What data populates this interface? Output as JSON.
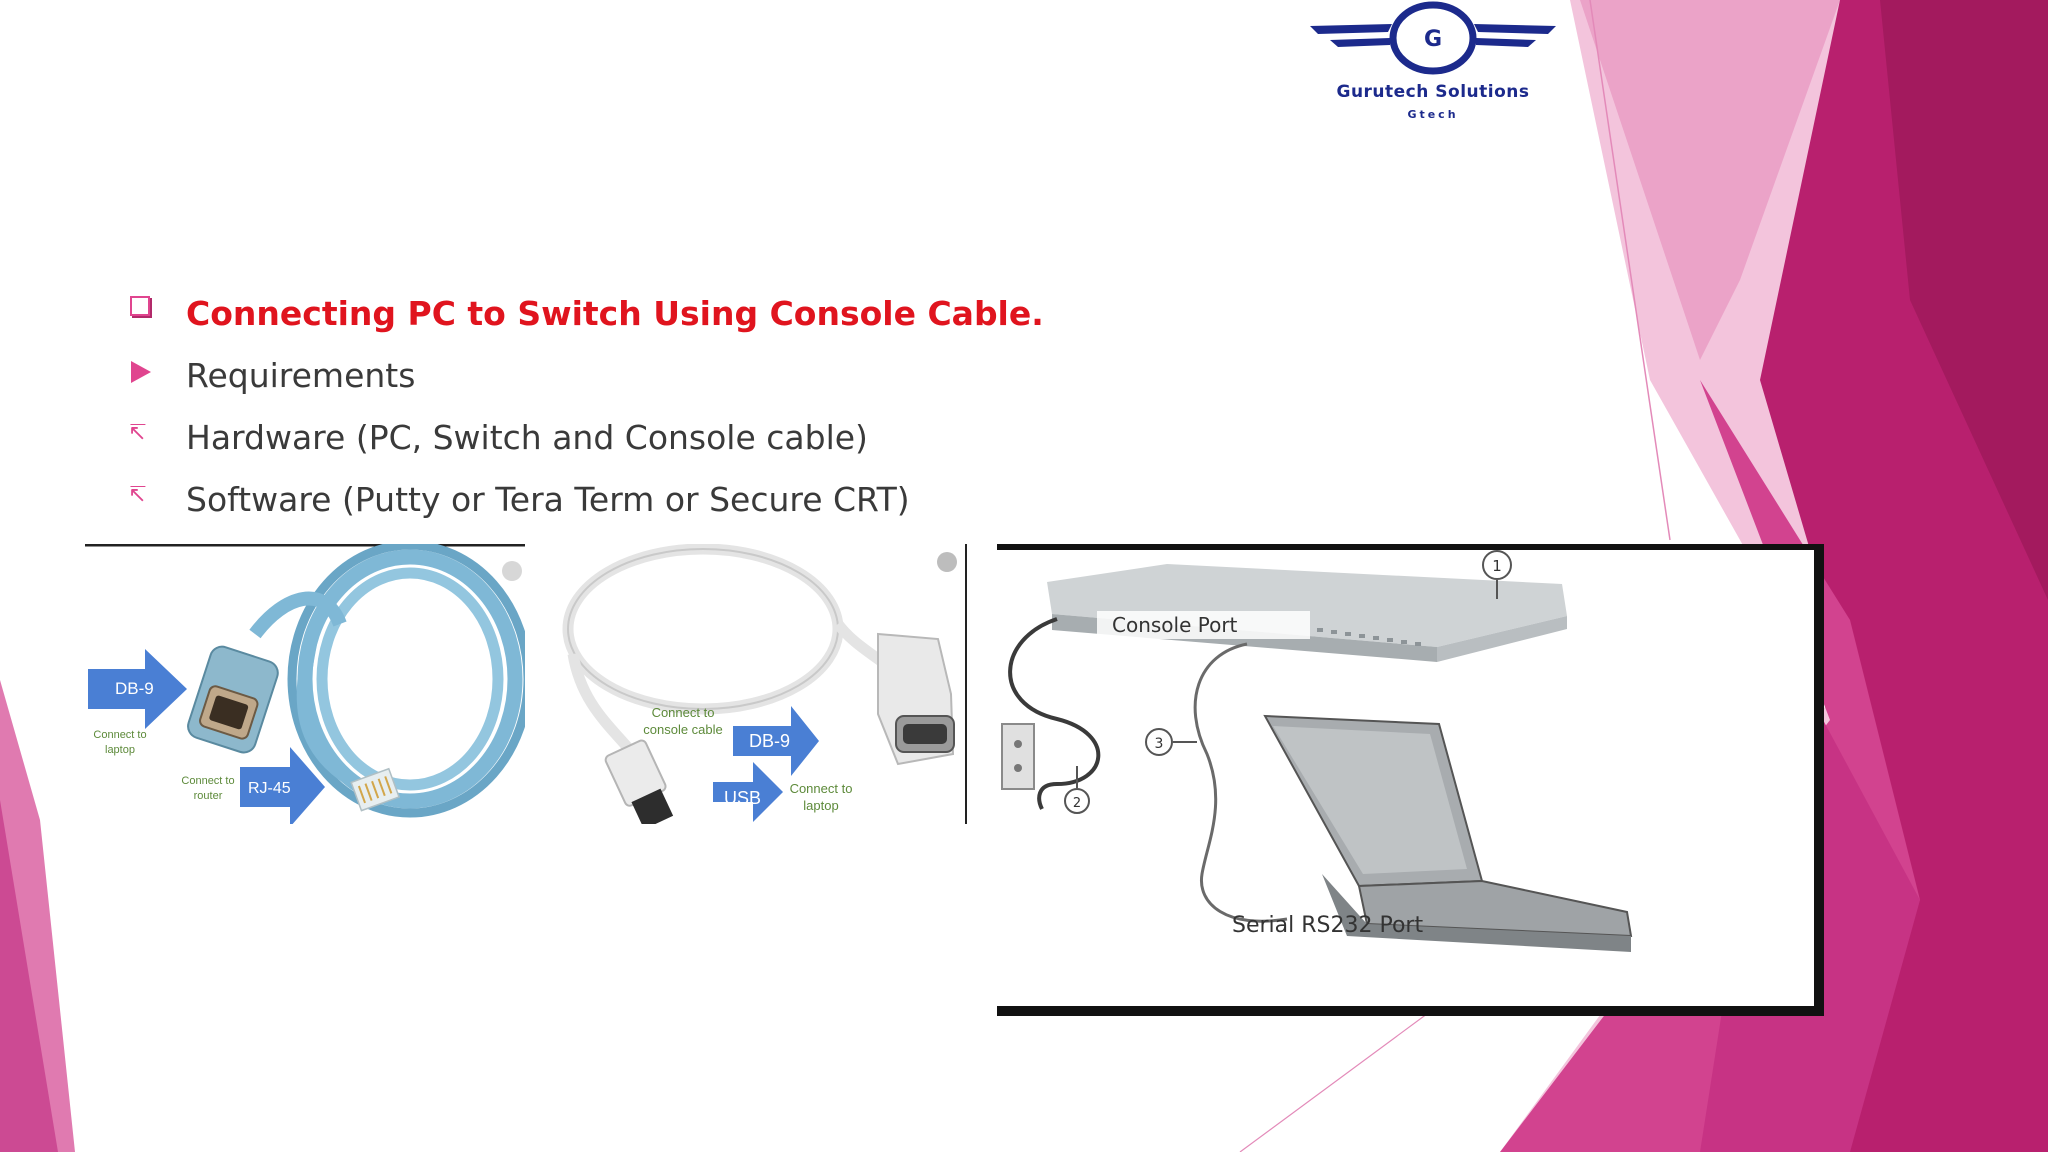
{
  "logo": {
    "letter": "G",
    "title": "Gurutech Solutions",
    "subtitle": "Gtech"
  },
  "bullets": [
    {
      "text": "Connecting PC to Switch Using Console Cable.",
      "style": "red",
      "marker": "square-box"
    },
    {
      "text": "Requirements",
      "style": "normal",
      "marker": "triangle"
    },
    {
      "text": "Hardware (PC, Switch and Console cable)",
      "style": "normal",
      "marker": "arrow-up-left"
    },
    {
      "text": "Software (Putty or Tera Term or Secure CRT)",
      "style": "normal",
      "marker": "arrow-up-left"
    }
  ],
  "figure1": {
    "db9": "DB-9",
    "connect_laptop": "Connect to laptop",
    "connect_router": "Connect to router",
    "rj45": "RJ-45"
  },
  "figure2": {
    "connect_console": "Connect to console cable",
    "db9": "DB-9",
    "usb": "USB",
    "connect_laptop": "Connect to laptop"
  },
  "figure3": {
    "console_port": "Console Port",
    "serial_port": "Serial RS232 Port",
    "callout1": "1",
    "callout2": "2",
    "callout3": "3"
  },
  "colors": {
    "accent": "#e0458f",
    "title_red": "#e0141e",
    "logo_blue": "#1c2a8c",
    "label_blue": "#4a7fd4",
    "cable_blue": "#7fb8d6"
  }
}
